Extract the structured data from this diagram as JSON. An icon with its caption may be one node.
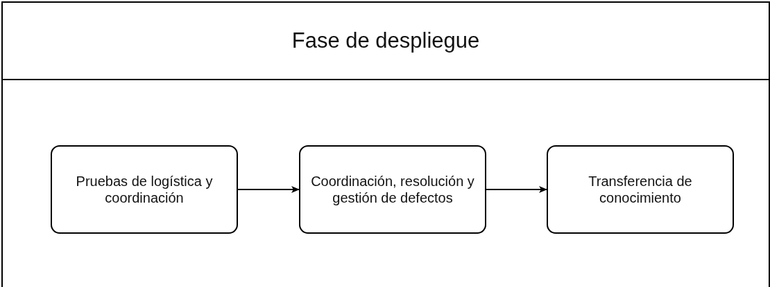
{
  "diagram": {
    "nodes": [
      {
        "text": [
          "Fase de despliegue"
        ]
      },
      {
        "text": [
          "Pruebas de logística y coordinación"
        ],
        "in": 0
      },
      {
        "text": [
          "Coordinación, resolución y gestión de defectos"
        ],
        "in": 0
      },
      {
        "text": [
          "Transferencia de conocimiento"
        ],
        "in": 0
      }
    ],
    "edges": [
      {
        "from": 1,
        "to": 2,
        "arrow": "to"
      },
      {
        "from": 2,
        "to": 3,
        "arrow": "to"
      }
    ]
  }
}
